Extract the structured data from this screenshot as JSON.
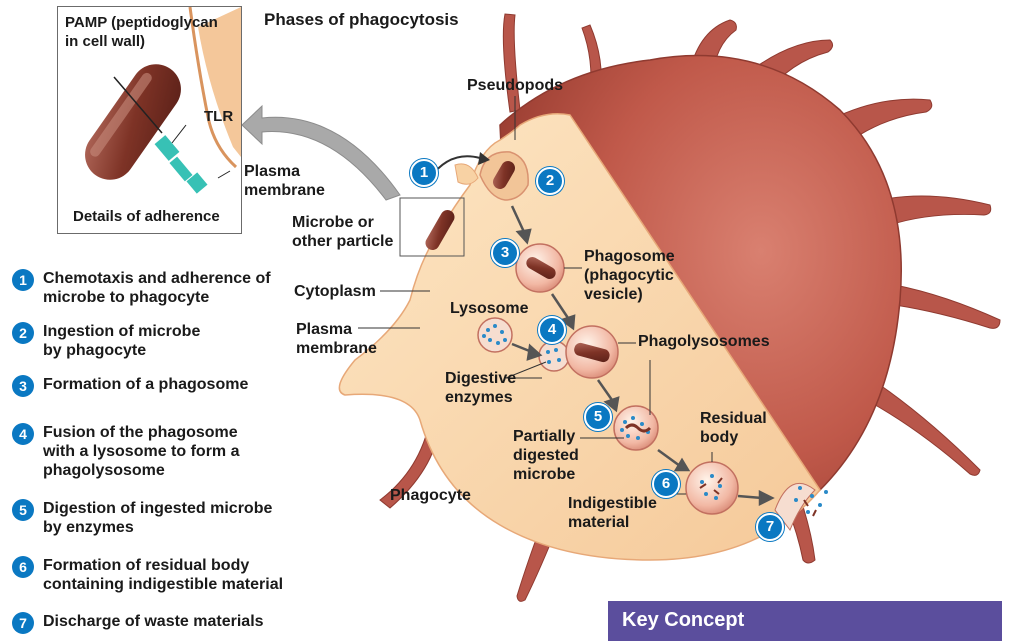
{
  "title": "Phases of phagocytosis",
  "inset": {
    "pamp_label": "PAMP (peptidoglycan in cell wall)",
    "tlr_label": "TLR",
    "plasma_membrane_label": "Plasma membrane",
    "caption": "Details of adherence"
  },
  "labels": {
    "pseudopods": "Pseudopods",
    "microbe": "Microbe or other particle",
    "phagosome": "Phagosome (phagocytic vesicle)",
    "cytoplasm": "Cytoplasm",
    "plasma_membrane": "Plasma membrane",
    "lysosome": "Lysosome",
    "phagolysosomes": "Phagolysosomes",
    "digestive_enzymes": "Digestive enzymes",
    "residual_body": "Residual body",
    "partially_digested": "Partially digested microbe",
    "indigestible": "Indigestible material",
    "phagocyte": "Phagocyte"
  },
  "steps": [
    {
      "num": "1",
      "text": "Chemotaxis and adherence of microbe to phagocyte"
    },
    {
      "num": "2",
      "text": "Ingestion of microbe by phagocyte"
    },
    {
      "num": "3",
      "text": "Formation of a phagosome"
    },
    {
      "num": "4",
      "text": "Fusion of the phagosome with a lysosome to form a phagolysosome"
    },
    {
      "num": "5",
      "text": "Digestion of ingested microbe by enzymes"
    },
    {
      "num": "6",
      "text": "Formation of residual body containing indigestible material"
    },
    {
      "num": "7",
      "text": "Discharge of waste materials"
    }
  ],
  "key_concept": "Key Concept",
  "colors": {
    "badge": "#0a78c2",
    "cell_inner": "#fbdcb0",
    "cell_outer": "#c0594a",
    "microbe": "#8a3a2e",
    "key_bar": "#5b4e9d"
  }
}
